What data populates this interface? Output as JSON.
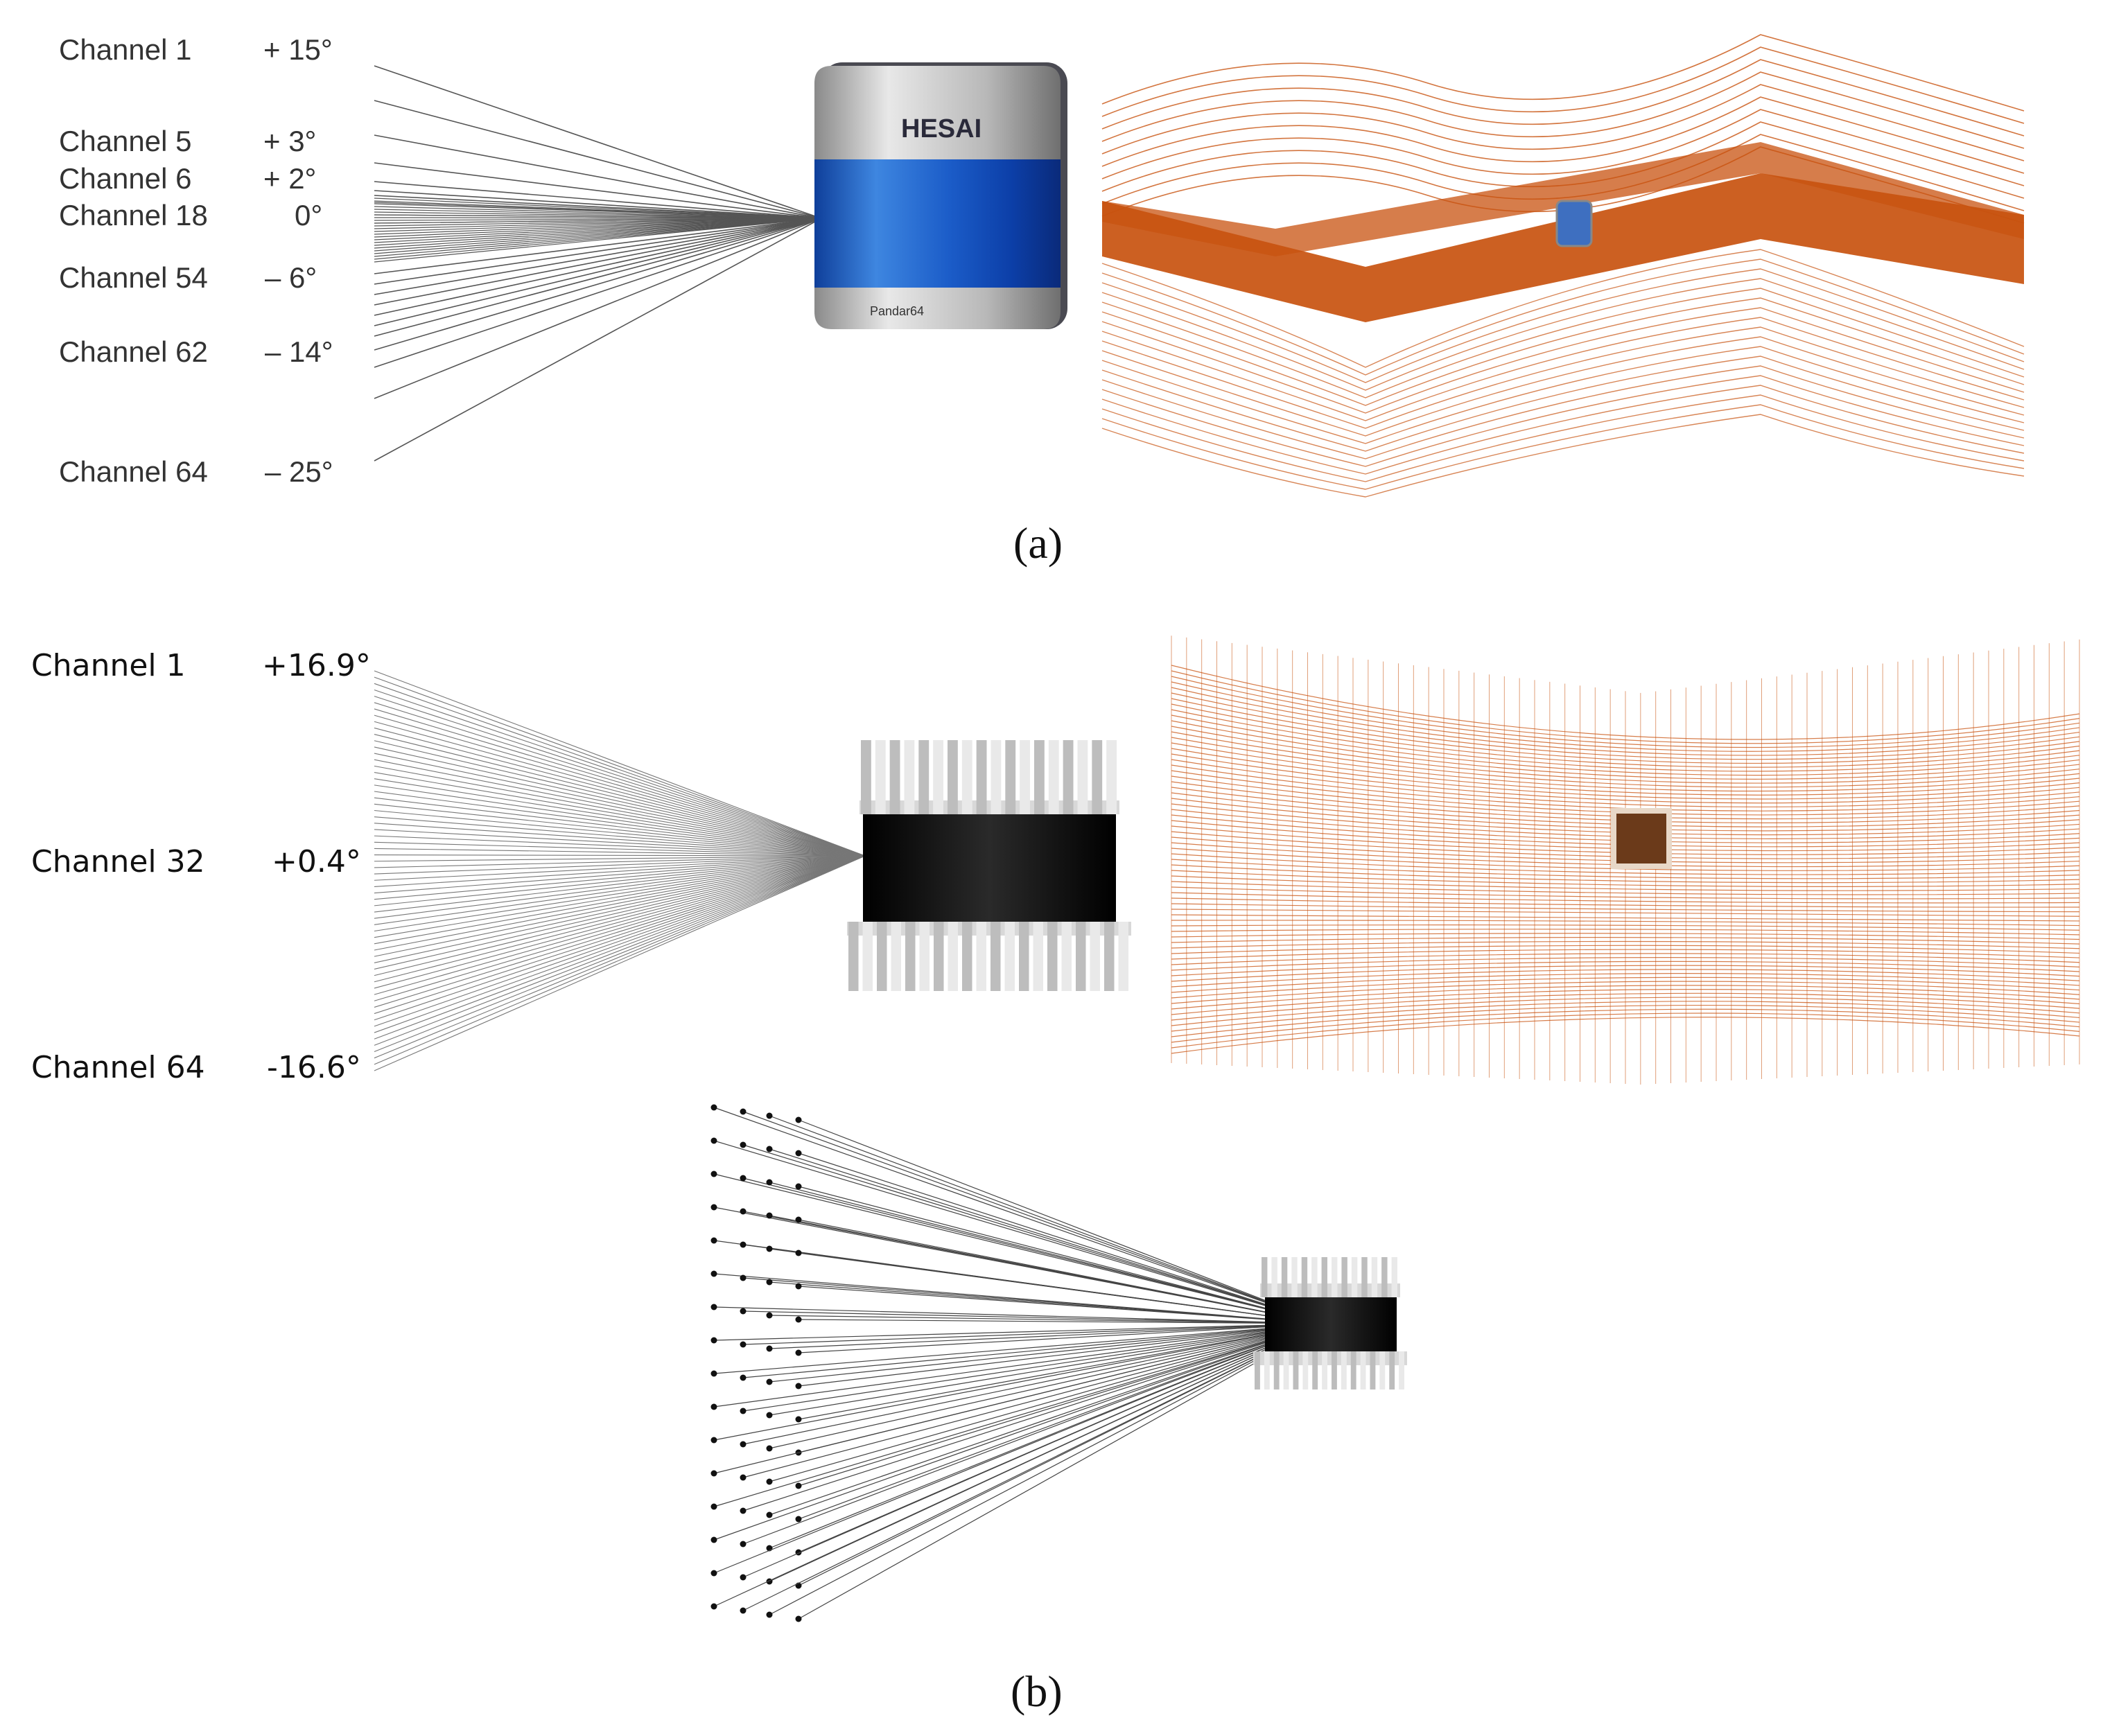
{
  "panel_a": {
    "caption": "(a)",
    "channels": [
      {
        "label": "Channel  1",
        "angle": "+ 15°"
      },
      {
        "label": "Channel  5",
        "angle": "+ 3°"
      },
      {
        "label": "Channel  6",
        "angle": "+ 2°"
      },
      {
        "label": "Channel 18",
        "angle": "0°"
      },
      {
        "label": "Channel 54",
        "angle": "– 6°"
      },
      {
        "label": "Channel 62",
        "angle": "– 14°"
      },
      {
        "label": "Channel 64",
        "angle": "– 25°"
      }
    ],
    "sensor_brand": "HESAI",
    "sensor_model": "Pandar64"
  },
  "panel_b": {
    "caption": "(b)",
    "channels": [
      {
        "label": "Channel 1",
        "angle": "+16.9°"
      },
      {
        "label": "Channel 32",
        "angle": "+0.4°"
      },
      {
        "label": "Channel 64",
        "angle": "-16.6°"
      }
    ]
  },
  "colors": {
    "scan_orange": "#c8520f",
    "beam_gray": "#555555",
    "sensor_blue": "#1f5fc4",
    "sensor_black": "#111111"
  }
}
